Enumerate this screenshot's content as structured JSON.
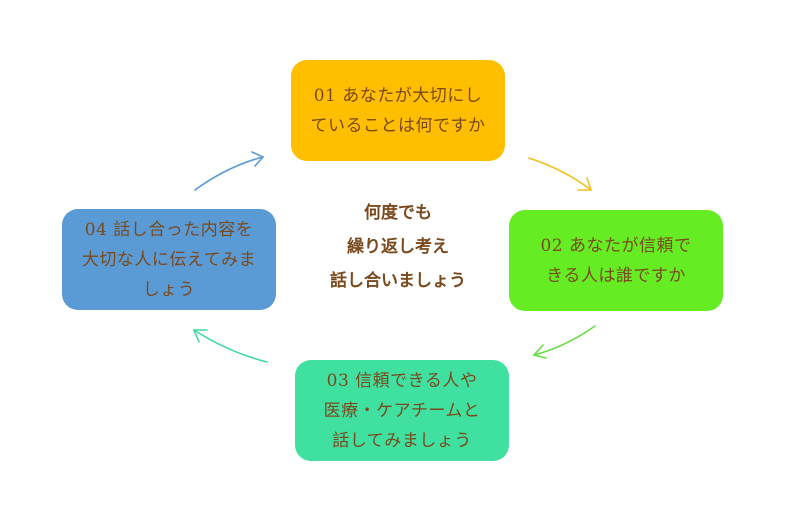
{
  "center_message": {
    "lines": [
      "何度でも",
      "繰り返し考え",
      "話し合いましょう"
    ]
  },
  "steps": [
    {
      "lines": [
        "01 あなたが大切にし",
        "ていることは何ですか"
      ],
      "color": "#ffbf00"
    },
    {
      "lines": [
        "02 あなたが信頼で",
        "きる人は誰ですか"
      ],
      "color": "#66ec22"
    },
    {
      "lines": [
        "03 信頼できる人や",
        "医療・ケアチームと",
        "話してみましょう"
      ],
      "color": "#40e0a0"
    },
    {
      "lines": [
        "04 話し合った内容を",
        "大切な人に伝えてみま",
        "しょう"
      ],
      "color": "#5b9bd5"
    }
  ],
  "arrow_colors": [
    "#f0c020",
    "#66dd44",
    "#40d8a0",
    "#5b9bd5"
  ],
  "text_color": "#7a4a1e"
}
